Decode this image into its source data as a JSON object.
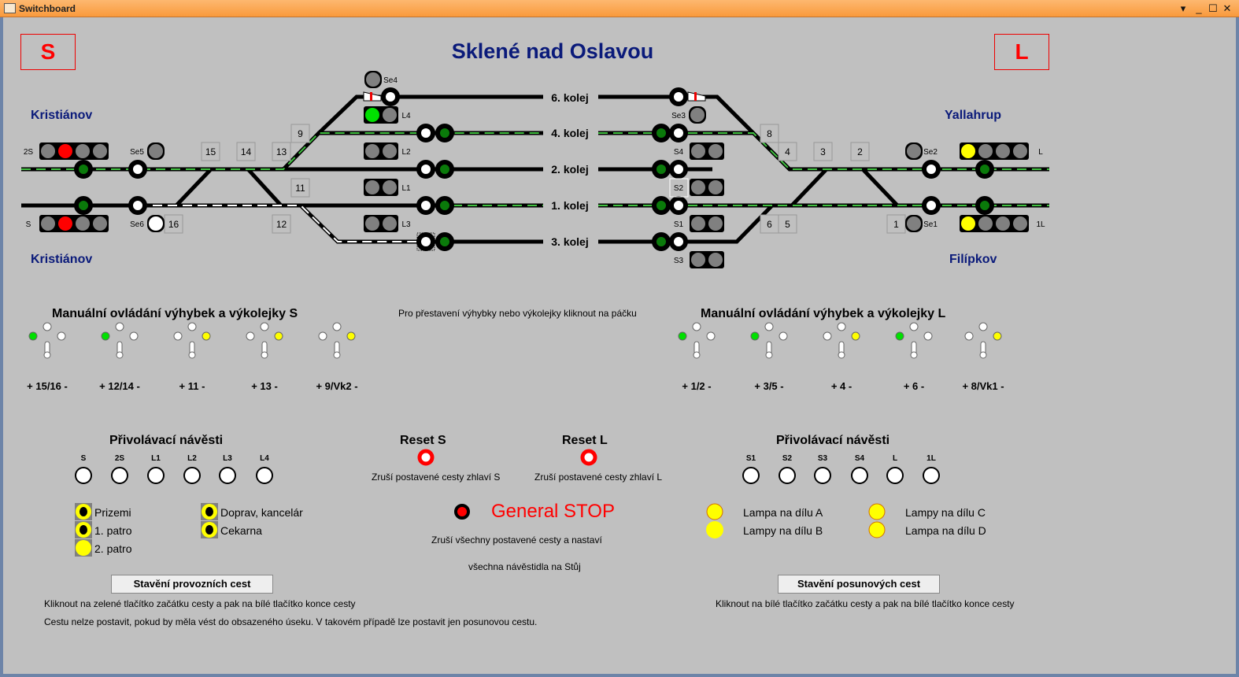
{
  "window": {
    "title": "Switchboard",
    "buttons": [
      "▾",
      "_",
      "☐",
      "✕"
    ]
  },
  "header": {
    "title": "Sklené nad Oslavou",
    "left_box": "S",
    "right_box": "L"
  },
  "towns": {
    "left_top": "Kristiánov",
    "left_bottom": "Kristiánov",
    "right_top": "Yallahrup",
    "right_bottom": "Filípkov"
  },
  "tracks": [
    "6. kolej",
    "4. kolej",
    "2. kolej",
    "1. kolej",
    "3. kolej"
  ],
  "switch_numbers": [
    "15",
    "14",
    "13",
    "9",
    "11",
    "12",
    "16",
    "8",
    "4",
    "3",
    "2",
    "6",
    "5",
    "1"
  ],
  "signals": [
    {
      "name": "2S",
      "lamps": [
        "grey",
        "red",
        "grey",
        "grey"
      ]
    },
    {
      "name": "S",
      "lamps": [
        "grey",
        "red",
        "grey",
        "grey"
      ]
    },
    {
      "name": "Se5",
      "lamps": [
        "grey"
      ]
    },
    {
      "name": "Se6",
      "lamps": [
        "white"
      ]
    },
    {
      "name": "Se4",
      "lamps": [
        "grey"
      ]
    },
    {
      "name": "L4",
      "lamps": [
        "green",
        "grey"
      ]
    },
    {
      "name": "L2",
      "lamps": [
        "grey",
        "grey"
      ]
    },
    {
      "name": "L1",
      "lamps": [
        "grey",
        "grey"
      ]
    },
    {
      "name": "L3",
      "lamps": [
        "grey",
        "grey"
      ]
    },
    {
      "name": "Se3",
      "lamps": [
        "grey"
      ]
    },
    {
      "name": "S4",
      "lamps": [
        "grey",
        "grey"
      ]
    },
    {
      "name": "S2",
      "lamps": [
        "grey",
        "grey"
      ]
    },
    {
      "name": "S1",
      "lamps": [
        "grey",
        "grey"
      ]
    },
    {
      "name": "S3",
      "lamps": [
        "grey",
        "grey"
      ]
    },
    {
      "name": "Se2",
      "lamps": [
        "grey"
      ]
    },
    {
      "name": "L",
      "lamps": [
        "yellow",
        "grey",
        "grey",
        "grey"
      ]
    },
    {
      "name": "Se1",
      "lamps": [
        "grey"
      ]
    },
    {
      "name": "1L",
      "lamps": [
        "yellow",
        "grey",
        "grey",
        "grey"
      ]
    }
  ],
  "manual_s": {
    "title": "Manuální ovládání výhybek a výkolejky S",
    "levers": [
      {
        "label": "+ 15/16 -",
        "state": "plus"
      },
      {
        "label": "+ 12/14 -",
        "state": "plus"
      },
      {
        "label": "+  11  -",
        "state": "minus"
      },
      {
        "label": "+  13  -",
        "state": "minus"
      },
      {
        "label": "+ 9/Vk2  -",
        "state": "minus"
      }
    ]
  },
  "manual_l": {
    "title": "Manuální ovládání výhybek a výkolejky L",
    "levers": [
      {
        "label": "+  1/2 -",
        "state": "plus"
      },
      {
        "label": "+  3/5  -",
        "state": "plus"
      },
      {
        "label": "+  4  -",
        "state": "minus"
      },
      {
        "label": "+  6 -",
        "state": "plus"
      },
      {
        "label": "+ 8/Vk1 -",
        "state": "minus"
      }
    ]
  },
  "hint": "Pro přestavení výhybky nebo výkolejky kliknout na páčku",
  "call_s": {
    "title": "Přivolávací návěsti",
    "items": [
      "S",
      "2S",
      "L1",
      "L2",
      "L3",
      "L4"
    ]
  },
  "call_l": {
    "title": "Přivolávací návěsti",
    "items": [
      "S1",
      "S2",
      "S3",
      "S4",
      "L",
      "1L"
    ]
  },
  "reset_s": {
    "label": "Reset S",
    "desc": "Zruší postavené cesty zhlaví S"
  },
  "reset_l": {
    "label": "Reset L",
    "desc": "Zruší postavené cesty zhlaví L"
  },
  "general_stop": {
    "label": "General STOP",
    "desc1": "Zruší všechny postavené cesty a nastaví",
    "desc2": "všechna návěstidla na Stůj"
  },
  "lights_left": [
    "Prizemi",
    "1. patro",
    "2. patro",
    "Doprav, kancelár",
    "Cekarna"
  ],
  "lights_right": [
    "Lampa na dílu A",
    "Lampy na dílu B",
    "Lampy na dílu C",
    "Lampa na dílu D"
  ],
  "route_button": {
    "label": "Stavění provozních cest",
    "desc1": "Kliknout na zelené tlačítko začátku cesty a pak na bílé tlačítko konce cesty",
    "desc2": "Cestu nelze postavit, pokud by měla vést do obsazeného úseku. V takovém případě lze postavit jen posunovou cestu."
  },
  "shunt_button": {
    "label": "Stavění posunových cest",
    "desc": "Kliknout na bílé tlačítko začátku cesty a pak na bílé tlačítko konce cesty"
  },
  "colors": {
    "grey": "#808080",
    "red": "#ff0000",
    "green": "#00e000",
    "yellow": "#ffff00",
    "white": "#ffffff",
    "route": "#40c040"
  }
}
